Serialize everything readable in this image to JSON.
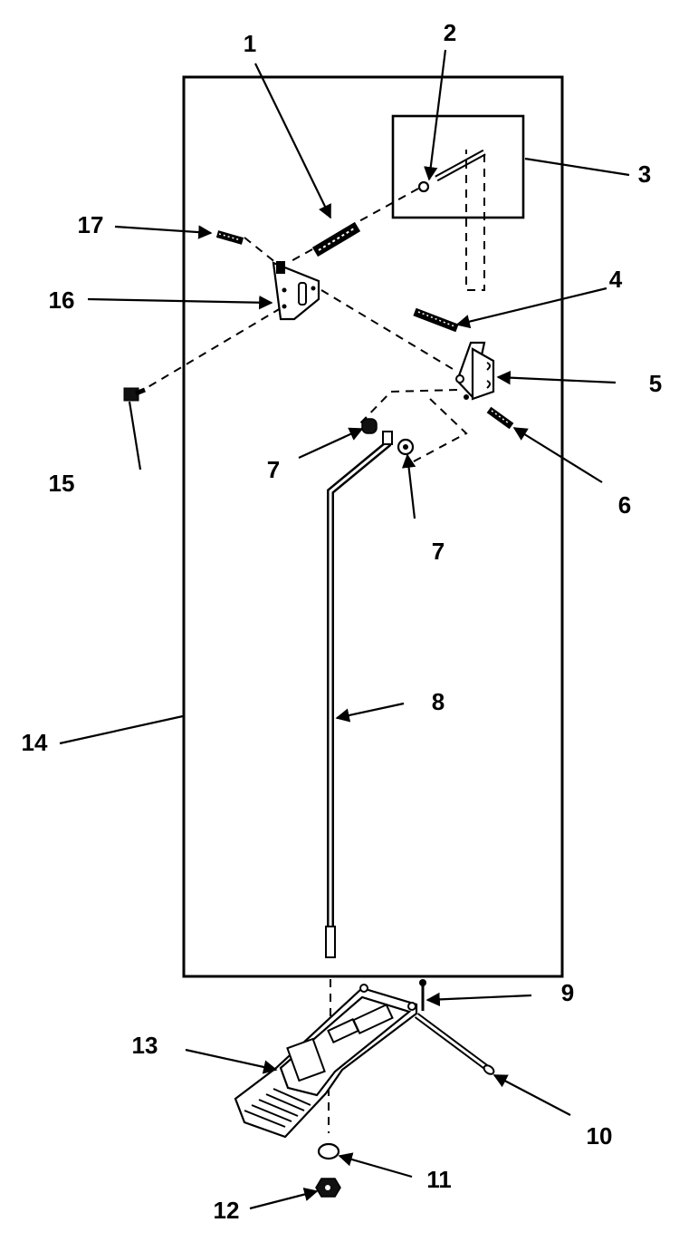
{
  "callouts": {
    "c1": "1",
    "c2": "2",
    "c3": "3",
    "c4": "4",
    "c5": "5",
    "c6": "6",
    "c7a": "7",
    "c7b": "7",
    "c8": "8",
    "c9": "9",
    "c10": "10",
    "c11": "11",
    "c12": "12",
    "c13": "13",
    "c14": "14",
    "c15": "15",
    "c16": "16",
    "c17": "17"
  },
  "colors": {
    "ink": "#000000",
    "paper": "#ffffff"
  }
}
